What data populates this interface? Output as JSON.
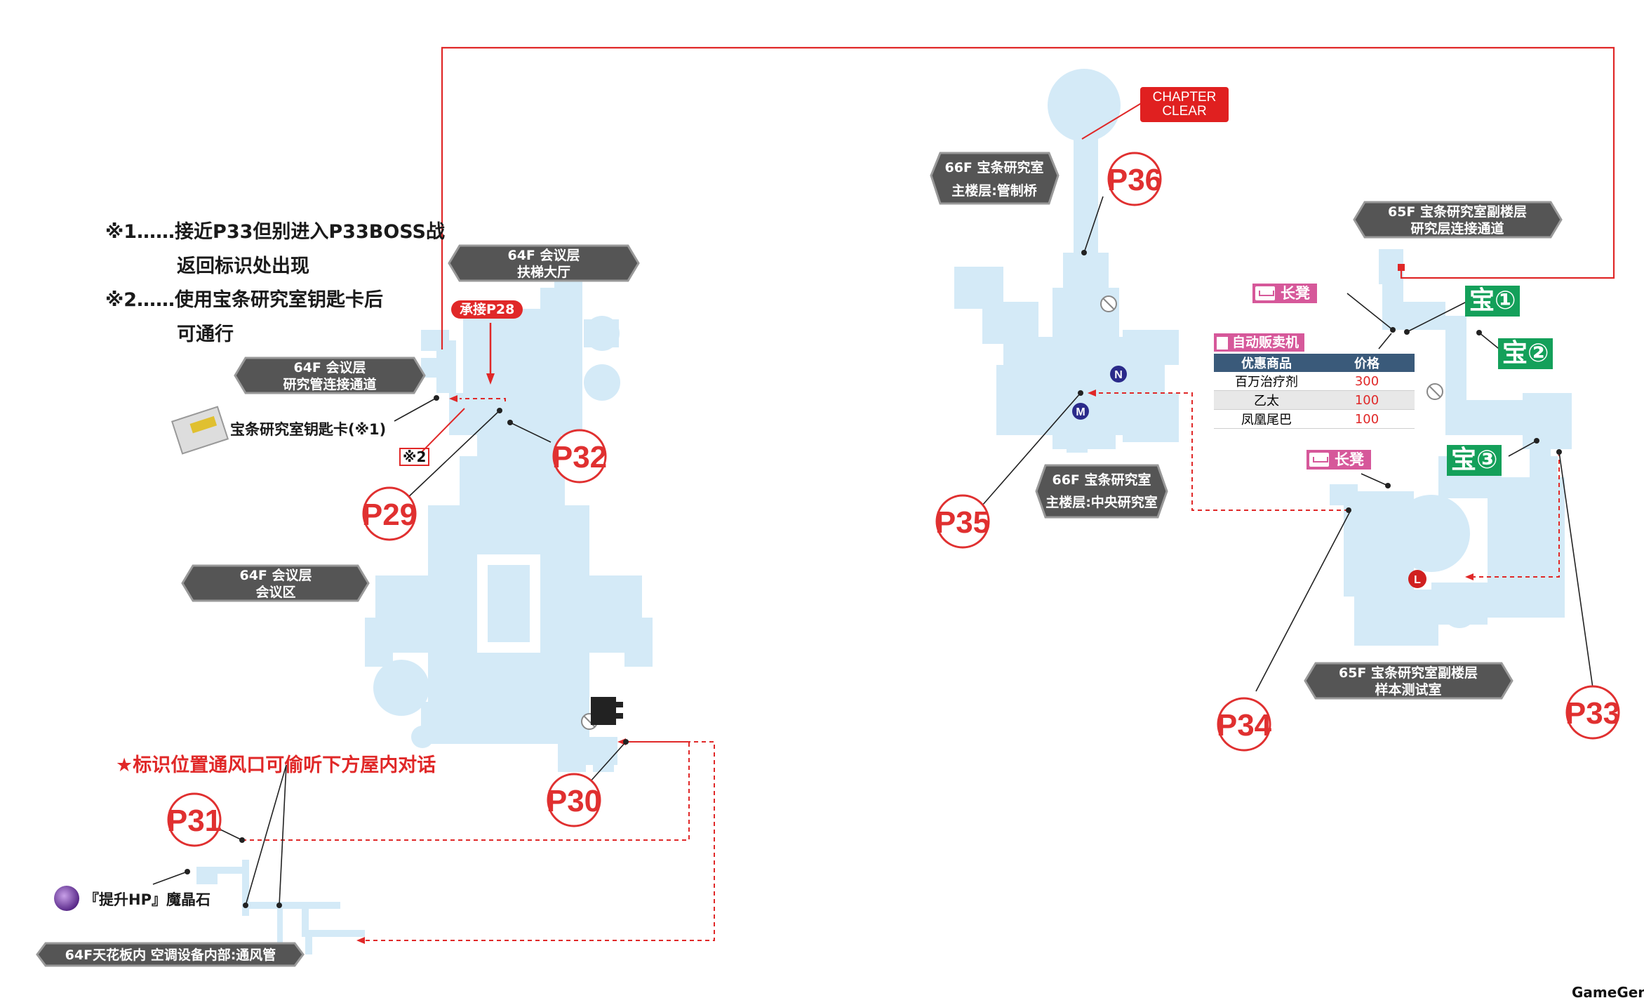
{
  "notes": {
    "note1_line1": "※1……接近P33但别进入P33BOSS战",
    "note1_line2": "返回标识处出现",
    "note2_line1": "※2……使用宝条研究室钥匙卡后",
    "note2_line2": "可通行"
  },
  "area_labels": {
    "l64_escalator_1": "64F 会议层",
    "l64_escalator_2": "扶梯大厅",
    "l64_lab_1": "64F 会议层",
    "l64_lab_2": "研究管连接通道",
    "l64_conf_1": "64F 会议层",
    "l64_conf_2": "会议区",
    "l64_duct": "64F天花板内 空调设备内部:通风管",
    "l66_bridge_1": "66F 宝条研究室",
    "l66_bridge_2": "主楼层:管制桥",
    "l66_central_1": "66F 宝条研究室",
    "l66_central_2": "主楼层:中央研究室",
    "l65_conn_1": "65F 宝条研究室副楼层",
    "l65_conn_2": "研究层连接通道",
    "l65_sample_1": "65F 宝条研究室副楼层",
    "l65_sample_2": "样本测试室"
  },
  "page_markers": {
    "p29": "P29",
    "p30": "P30",
    "p31": "P31",
    "p32": "P32",
    "p33": "P33",
    "p34": "P34",
    "p35": "P35",
    "p36": "P36"
  },
  "continue_from": "承接P28",
  "keycard_label": "宝条研究室钥匙卡(※1)",
  "note2_marker": "※2",
  "vent_hint": "★标识位置通风口可偷听下方屋内对话",
  "materia_label": "『提升HP』魔晶石",
  "chapter_clear_line1": "CHAPTER",
  "chapter_clear_line2": "CLEAR",
  "bench_label_1": "长凳",
  "bench_label_2": "长凳",
  "treasure_1": "宝①",
  "treasure_2": "宝②",
  "treasure_3": "宝③",
  "vending": {
    "title": "自动贩卖机",
    "col_item": "优惠商品",
    "col_price": "价格",
    "rows": [
      {
        "item": "百万治疗剂",
        "price": "300"
      },
      {
        "item": "乙太",
        "price": "100"
      },
      {
        "item": "凤凰尾巴",
        "price": "100"
      }
    ]
  },
  "map_markers": {
    "n": "N",
    "m": "M",
    "l": "L"
  },
  "credit": "GameGene",
  "colors": {
    "room": "#d4eaf7",
    "route_red": "#e02828",
    "label_bg": "#555555",
    "treasure": "#14a05a",
    "bench": "#d6589a"
  }
}
